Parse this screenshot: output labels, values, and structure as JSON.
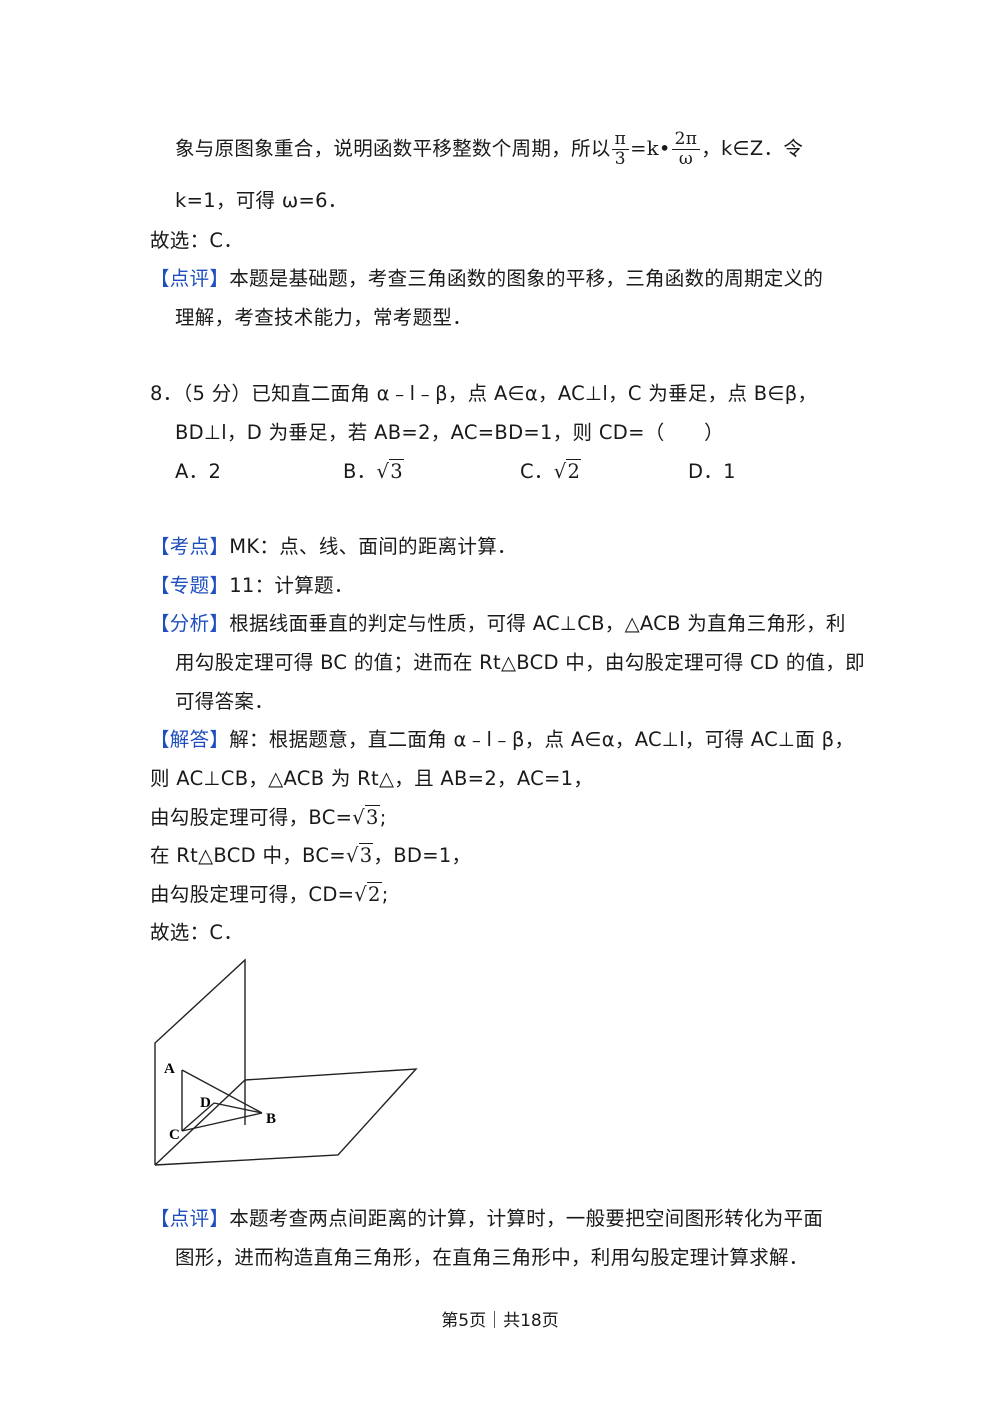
{
  "prev": {
    "l1_a": "象与原图象重合，说明函数平移整数个周期，所以",
    "l1_frac1_num": "π",
    "l1_frac1_den": "3",
    "l1_mid": "=k•",
    "l1_frac2_num": "2π",
    "l1_frac2_den": "ω",
    "l1_b": "，k∈Z．令",
    "l2": "k=1，可得 ω=6．",
    "answer": "故选：C．",
    "comment_tag": "【点评】",
    "comment_l1": "本题是基础题，考查三角函数的图象的平移，三角函数的周期定义的",
    "comment_l2": "理解，考查技术能力，常考题型．"
  },
  "q8": {
    "stem_l1": "8．（5 分）已知直二面角 α﹣l﹣β，点 A∈α，AC⊥l，C 为垂足，点 B∈β，",
    "stem_l2": "BD⊥l，D 为垂足，若 AB=2，AC=BD=1，则 CD=（　　）",
    "options": {
      "a": "A．2",
      "b_prefix": "B．",
      "b_rad": "3",
      "c_prefix": "C．",
      "c_rad": "2",
      "d": "D．1"
    },
    "kaodian_tag": "【考点】",
    "kaodian": "MK：点、线、面间的距离计算．",
    "zhuanti_tag": "【专题】",
    "zhuanti": "11：计算题．",
    "fenxi_tag": "【分析】",
    "fenxi_l1": "根据线面垂直的判定与性质，可得 AC⊥CB，△ACB 为直角三角形，利",
    "fenxi_l2": "用勾股定理可得 BC 的值；进而在 Rt△BCD 中，由勾股定理可得 CD 的值，即",
    "fenxi_l3": "可得答案．",
    "jieda_tag": "【解答】",
    "jieda_l1": "解：根据题意，直二面角 α﹣l﹣β，点 A∈α，AC⊥l，可得 AC⊥面 β，",
    "jieda_l2": "则 AC⊥CB，△ACB 为 Rt△，且 AB=2，AC=1，",
    "jieda_l3_prefix": "由勾股定理可得，BC=",
    "jieda_l3_rad": "3",
    "jieda_l3_suffix": ";",
    "jieda_l4_prefix": "在 Rt△BCD 中，BC=",
    "jieda_l4_rad": "3",
    "jieda_l4_suffix": "，BD=1，",
    "jieda_l5_prefix": "由勾股定理可得，CD=",
    "jieda_l5_rad": "2",
    "jieda_l5_suffix": ";",
    "jieda_answer": "故选：C．",
    "figure": {
      "label_a": "A",
      "label_b": "B",
      "label_c": "C",
      "label_d": "D"
    },
    "dianping_tag": "【点评】",
    "dianping_l1": "本题考查两点间距离的计算，计算时，一般要把空间图形转化为平面",
    "dianping_l2": "图形，进而构造直角三角形，在直角三角形中，利用勾股定理计算求解．"
  },
  "footer": "第5页｜共18页",
  "colors": {
    "tag": "#1f4fbf",
    "text": "#1a1a1a"
  }
}
